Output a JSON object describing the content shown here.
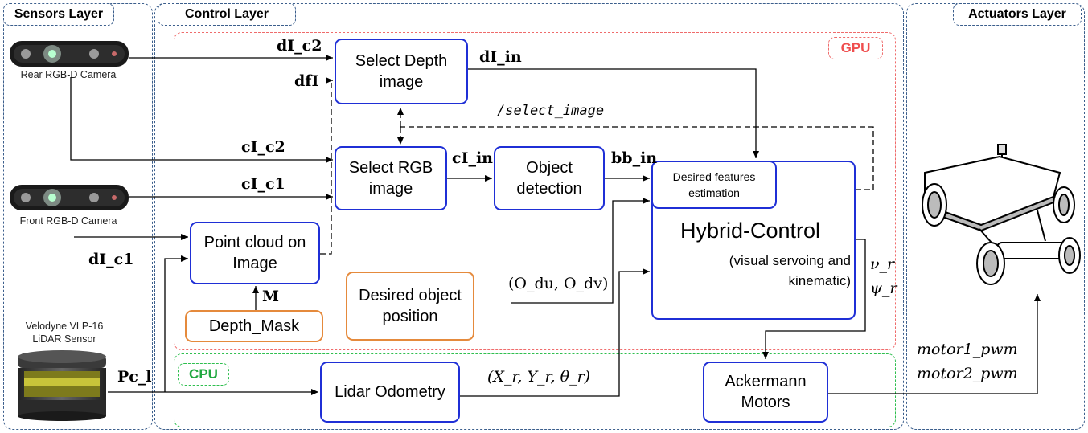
{
  "layers": {
    "sensors": "Sensors Layer",
    "control": "Control Layer",
    "actuators": "Actuators Layer"
  },
  "zones": {
    "gpu": "GPU",
    "cpu": "CPU"
  },
  "devices": {
    "rear_camera": "Rear RGB-D Camera",
    "front_camera": "Front RGB-D Camera",
    "lidar": "Velodyne VLP-16 LiDAR Sensor"
  },
  "blocks": {
    "select_depth": "Select Depth image",
    "select_rgb": "Select RGB image",
    "object_detection": "Object detection",
    "desired_features": "Desired features estimation",
    "hybrid_control_title": "Hybrid-Control",
    "hybrid_control_sub": "(visual servoing and kinematic)",
    "point_cloud": "Point cloud on Image",
    "depth_mask": "Depth_Mask",
    "desired_object": "Desired object position",
    "lidar_odometry": "Lidar Odometry",
    "ackermann": "Ackermann Motors"
  },
  "signals": {
    "dI_c2": "dI_c2",
    "dfI": "dfI",
    "dI_in": "dI_in",
    "select_image": "/select_image",
    "cI_c2": "cI_c2",
    "cI_c1": "cI_c1",
    "cI_in": "cI_in",
    "bb_in": "bb_in",
    "dI_c1": "dI_c1",
    "M": "M",
    "desired_pos": "(O_du, O_dv)",
    "odom": "(X_r, Y_r, θ_r)",
    "pc_l": "Pc_l",
    "v_r": "ν_r",
    "psi_r": "ψ_r",
    "motor1": "motor1_pwm",
    "motor2": "motor2_pwm"
  },
  "colors": {
    "block_border": "#1f2fd6",
    "orange_border": "#e58a3c",
    "gpu": "#ef4e4e",
    "cpu": "#1fa83f",
    "layer_border": "#3b5e8c"
  }
}
